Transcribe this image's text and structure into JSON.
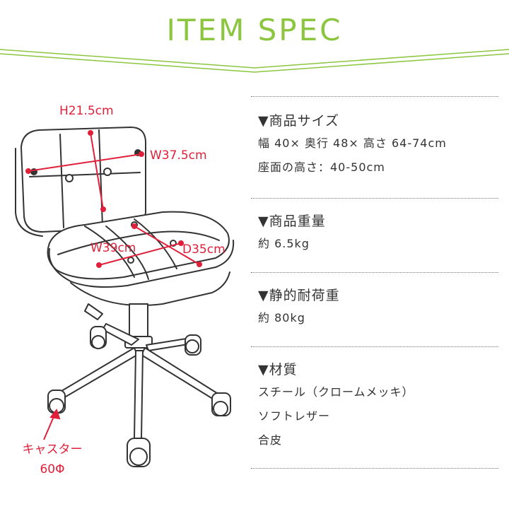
{
  "title": "ITEM SPEC",
  "dimensions": {
    "height": "H21.5cm",
    "back_width": "W37.5cm",
    "seat_width": "W39cm",
    "seat_depth": "D35cm"
  },
  "caster": {
    "label": "キャスター",
    "size": "60Φ"
  },
  "sections": [
    {
      "heading": "▼商品サイズ",
      "lines": [
        "幅 40× 奥行 48× 高さ 64-74cm",
        "座面の高さ：40-50cm"
      ]
    },
    {
      "heading": "▼商品重量",
      "lines": [
        "約 6.5kg"
      ]
    },
    {
      "heading": "▼静的耐荷重",
      "lines": [
        "約 80kg"
      ]
    },
    {
      "heading": "▼材質",
      "lines": [
        "スチール（クロームメッキ）",
        "ソフトレザー",
        "合皮"
      ]
    }
  ],
  "colors": {
    "accent": "#8cc63f",
    "dimension": "#e0203a",
    "text": "#333333"
  }
}
